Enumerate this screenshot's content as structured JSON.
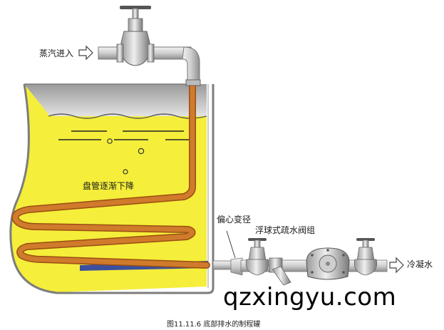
{
  "labels": {
    "steam_in": "蒸汽进入",
    "coil_descending": "盘管逐渐下降",
    "eccentric_reducer": "偏心变径",
    "float_trap_group": "浮球式疏水阀组",
    "condensate": "冷凝水"
  },
  "watermark": "qzxingyu.com",
  "caption": "图11.11.6 底部排水的制程罐",
  "colors": {
    "liquid": "#f5ee3a",
    "coil": "#d07a2c",
    "coil_shadow": "#9a4e12",
    "tank_outline": "#7d7d7d",
    "pipe": "#d8d8d8",
    "condensate_pool": "#3c4f9e"
  },
  "icons": {
    "steam_arrow": "arrow-right-outline-icon",
    "condensate_arrow": "arrow-right-outline-icon",
    "valve": "globe-valve-icon",
    "strainer": "y-strainer-icon",
    "trap": "float-trap-icon"
  }
}
